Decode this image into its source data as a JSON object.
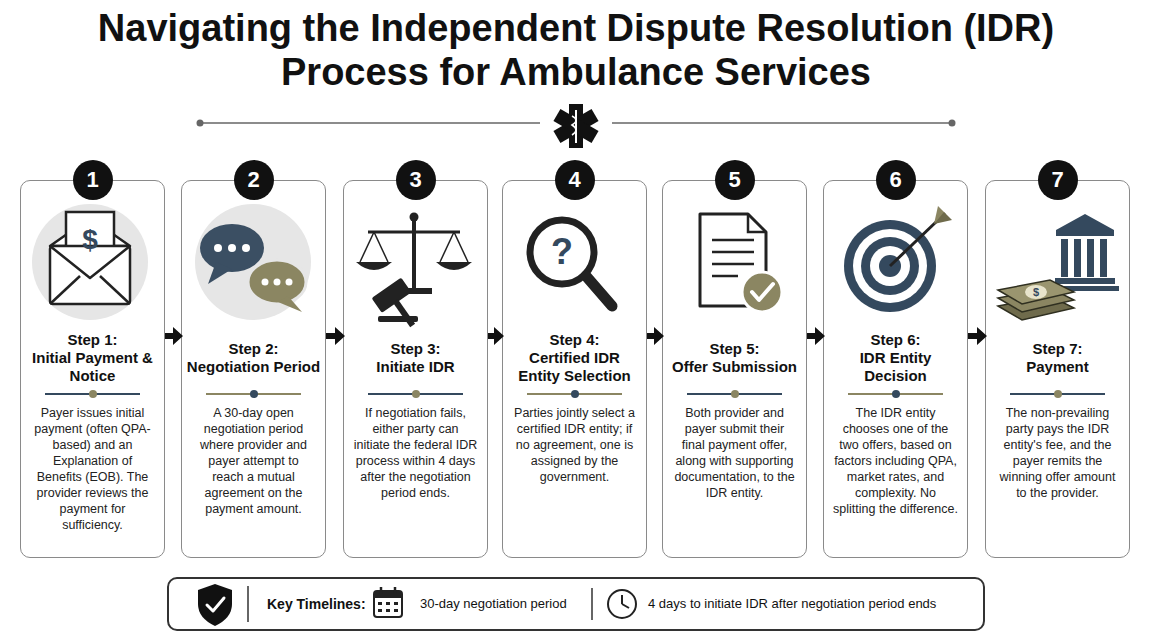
{
  "diagram": {
    "title": "Navigating the Independent Dispute Resolution (IDR) Process for Ambulance Services",
    "nodes": [
      {
        "text": [
          "1",
          "Step 1:",
          "Initial Payment & Notice",
          "Payer issues initial payment (often QPA-based) and an Explanation of Benefits (EOB). The provider reviews the payment for sufficiency."
        ]
      },
      {
        "text": [
          "2",
          "Step 2:",
          "Negotiation Period",
          "A 30-day open negotiation period where provider and payer attempt to reach a mutual agreement on the payment amount."
        ]
      },
      {
        "text": [
          "3",
          "Step 3:",
          "Initiate IDR",
          "If negotiation fails, either party can initiate the federal IDR process within 4 days after the negotiation period ends."
        ]
      },
      {
        "text": [
          "4",
          "Step 4:",
          "Certified IDR Entity Selection",
          "Parties jointly select a certified IDR entity; if no agreement, one is assigned by the government."
        ]
      },
      {
        "text": [
          "5",
          "Step 5:",
          "Offer Submission",
          "Both provider and payer submit their final payment offer, along with supporting documentation, to the IDR entity."
        ]
      },
      {
        "text": [
          "6",
          "Step 6:",
          "IDR Entity Decision",
          "The IDR entity chooses one of the two offers, based on factors including QPA, market rates, and complexity. No splitting the difference."
        ]
      },
      {
        "text": [
          "7",
          "Step 7:",
          "Payment",
          "The non-prevailing party pays the IDR entity's fee, and the payer remits the winning offer amount to the provider."
        ]
      },
      {
        "text": [
          "Key Timelines:",
          "30-day negotiation period",
          "4 days to initiate IDR after negotiation period ends"
        ]
      }
    ],
    "edges": [
      {
        "from": 0,
        "to": 1,
        "arrow": "to"
      },
      {
        "from": 1,
        "to": 2,
        "arrow": "to"
      },
      {
        "from": 2,
        "to": 3,
        "arrow": "to"
      },
      {
        "from": 3,
        "to": 4,
        "arrow": "to"
      },
      {
        "from": 4,
        "to": 5,
        "arrow": "to"
      },
      {
        "from": 5,
        "to": 6,
        "arrow": "to"
      }
    ],
    "labels": [
      "$",
      "?",
      "$"
    ]
  }
}
